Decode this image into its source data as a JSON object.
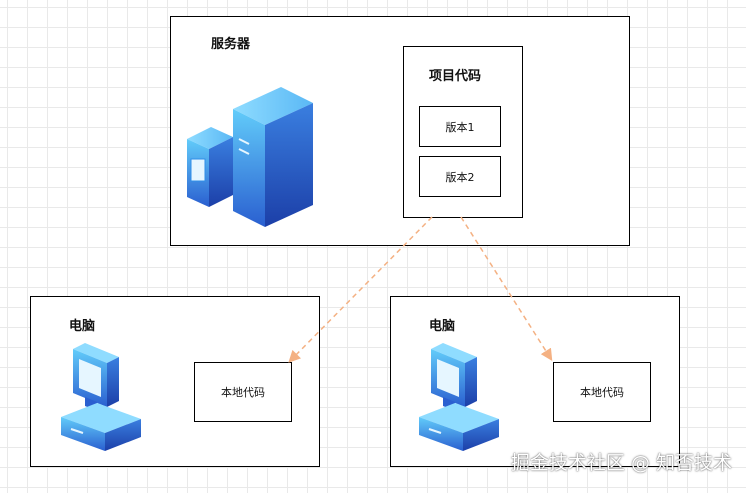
{
  "server": {
    "title": "服务器",
    "icon": "server-icon",
    "project": {
      "title": "项目代码",
      "versions": [
        "版本1",
        "版本2"
      ]
    }
  },
  "computers": [
    {
      "title": "电脑",
      "icon": "computer-icon",
      "code_label": "本地代码"
    },
    {
      "title": "电脑",
      "icon": "computer-icon",
      "code_label": "本地代码"
    }
  ],
  "arrow_style": {
    "color": "#f4b183",
    "dashed": true
  },
  "colors": {
    "icon_light": "#5ec8f8",
    "icon_mid": "#2f8fe8",
    "icon_dark": "#1f4fc0"
  },
  "watermark": "掘金技术社区 @ 知否技术"
}
